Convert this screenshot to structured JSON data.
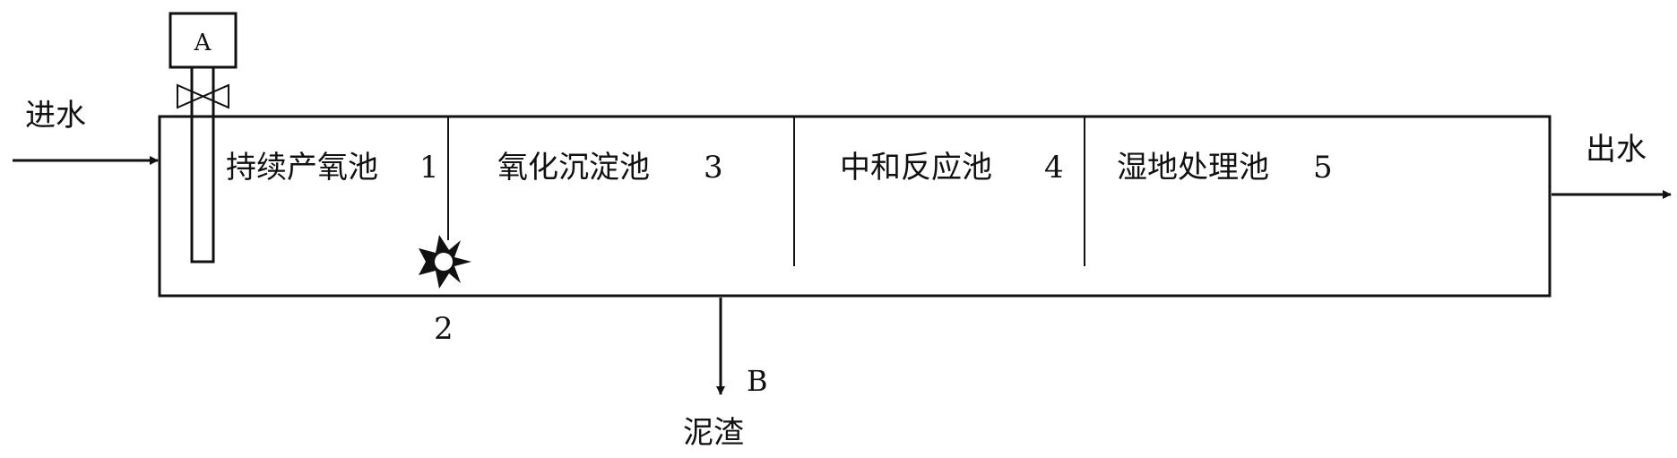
{
  "inlet_label": "进水",
  "outlet_label": "出水",
  "device_label": "A",
  "tanks": [
    {
      "name": "持续产氧池",
      "number": "1"
    },
    {
      "name": "氧化沉淀池",
      "number": "3"
    },
    {
      "name": "中和反应池",
      "number": "4"
    },
    {
      "name": "湿地处理池",
      "number": "5"
    }
  ],
  "aerator_number": "2",
  "sludge_outlet_label": "B",
  "sludge_label": "泥渣"
}
